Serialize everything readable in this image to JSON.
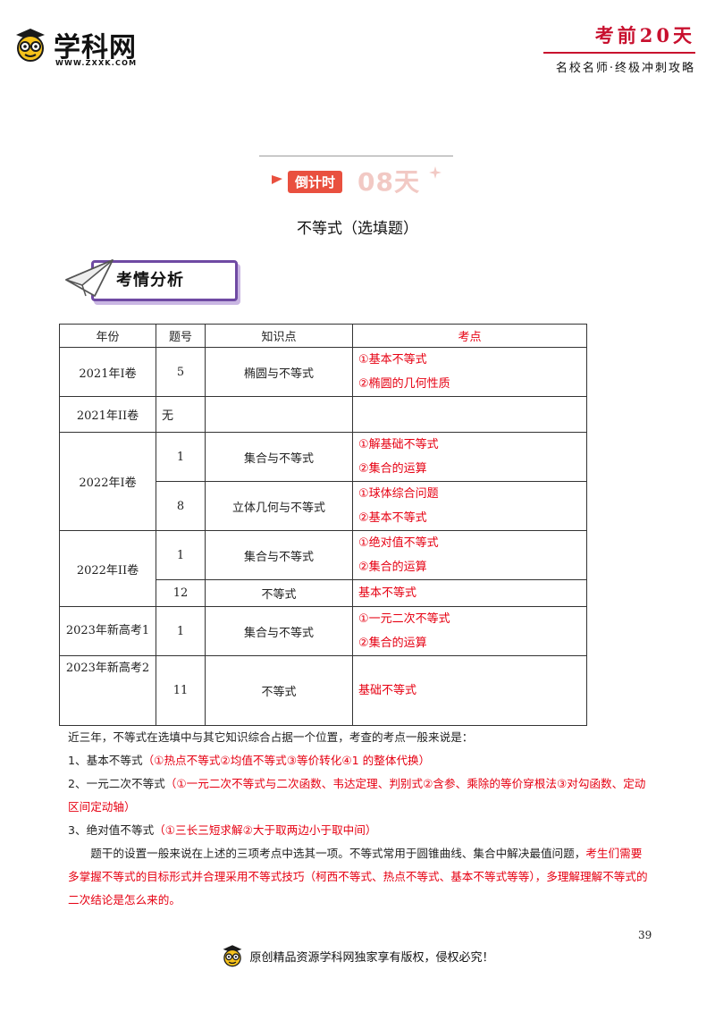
{
  "header": {
    "logo_text": "学科网",
    "logo_url": "WWW.ZXXK.COM",
    "title": "考前20天",
    "subtitle": "名校名师·终极冲刺攻略"
  },
  "countdown": {
    "label": "倒计时",
    "days": "08天"
  },
  "topic_title": "不等式（选填题）",
  "section_title": "考情分析",
  "table": {
    "headers": [
      "年份",
      "题号",
      "知识点",
      "考点"
    ],
    "rows": [
      {
        "year": "2021年I卷",
        "q": "5",
        "topic": "椭圆与不等式",
        "points": [
          "①基本不等式",
          "②椭圆的几何性质"
        ]
      },
      {
        "year": "2021年II卷",
        "q": "无",
        "topic": "",
        "points": []
      },
      {
        "year": "2022年I卷",
        "q": "1",
        "topic": "集合与不等式",
        "points": [
          "①解基础不等式",
          "②集合的运算"
        ]
      },
      {
        "year": "",
        "q": "8",
        "topic": "立体几何与不等式",
        "points": [
          "①球体综合问题",
          "②基本不等式"
        ]
      },
      {
        "year": "2022年II卷",
        "q": "1",
        "topic": "集合与不等式",
        "points": [
          "①绝对值不等式",
          "②集合的运算"
        ]
      },
      {
        "year": "",
        "q": "12",
        "topic": "不等式",
        "points": [
          "基本不等式"
        ]
      },
      {
        "year": "2023年新高考1",
        "q": "1",
        "topic": "集合与不等式",
        "points": [
          "①一元二次不等式",
          "②集合的运算"
        ]
      },
      {
        "year": "2023年新高考2",
        "q": "11",
        "topic": "不等式",
        "points": [
          "基础不等式"
        ]
      }
    ]
  },
  "analysis": {
    "intro": "近三年，不等式在选填中与其它知识综合占据一个位置，考查的考点一般来说是：",
    "item1_label": "1、基本不等式",
    "item1_detail": "（①热点不等式②均值不等式③等价转化④1 的整体代换）",
    "item2_label": "2、一元二次不等式",
    "item2_detail": "（①一元二次不等式与二次函数、韦达定理、判别式②含参、乘除的等价穿根法③对勾函数、定动区间定动轴）",
    "item3_label": "3、绝对值不等式",
    "item3_detail": "（①三长三短求解②大于取两边小于取中间）",
    "para_black": "题干的设置一般来说在上述的三项考点中选其一项。不等式常用于圆锥曲线、集合中解决最值问题，",
    "para_red": "考生们需要多掌握不等式的目标形式并合理采用不等式技巧（柯西不等式、热点不等式、基本不等式等等），多理解理解不等式的二次结论是怎么来的。"
  },
  "page_number": "39",
  "footer_text": "原创精品资源学科网独家享有版权，侵权必究！",
  "colors": {
    "accent_red": "#e60012",
    "header_red": "#c8102e",
    "section_purple": "#6f4aa3"
  }
}
